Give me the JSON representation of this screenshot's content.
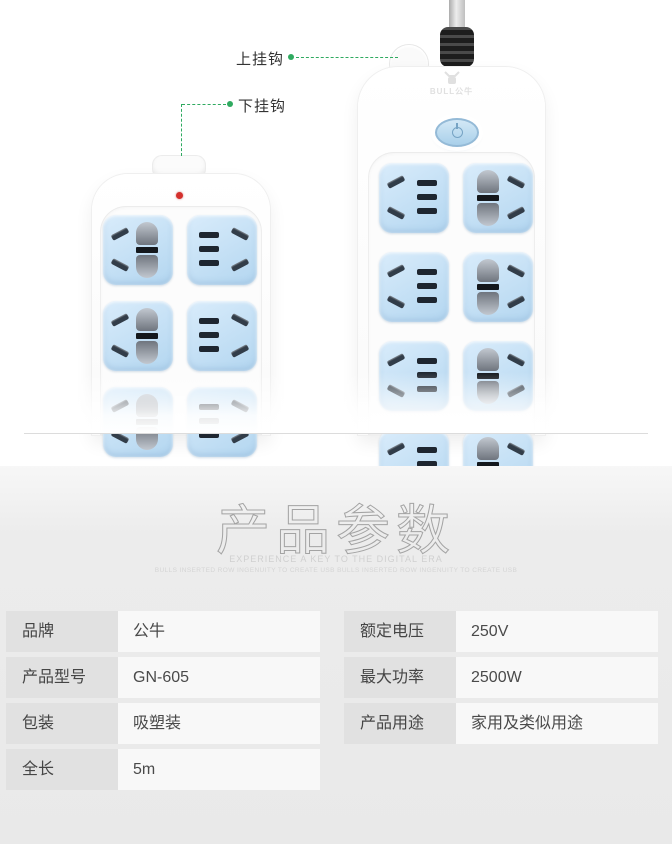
{
  "annotations": {
    "upper_hook": "上挂钩",
    "lower_hook": "下挂钩",
    "line_color": "#2faa60"
  },
  "product": {
    "brand_logo": "BULL公牛",
    "indicator": "red-dot",
    "power_button": "power-symbol"
  },
  "section_header": {
    "title": "产品参数",
    "subtitle": "EXPERIENCE A KEY TO THE DIGITAL ERA",
    "tagline": "BULLS INSERTED ROW INGENUITY TO CREATE USB BULLS INSERTED ROW INGENUITY TO CREATE USB"
  },
  "spec_table": {
    "left": [
      {
        "label": "品牌",
        "value": "公牛"
      },
      {
        "label": "产品型号",
        "value": "GN-605"
      },
      {
        "label": "包装",
        "value": "吸塑装"
      },
      {
        "label": "全长",
        "value": "5m"
      }
    ],
    "right": [
      {
        "label": "额定电压",
        "value": "250V"
      },
      {
        "label": "最大功率",
        "value": "2500W"
      },
      {
        "label": "产品用途",
        "value": "家用及类似用途"
      }
    ]
  },
  "strips": {
    "left": {
      "rows": 3,
      "pattern": [
        {
          "kind": "pins",
          "diag": "left"
        },
        {
          "kind": "bars",
          "diag": "right"
        }
      ]
    },
    "right": {
      "rows": 4,
      "pattern": [
        {
          "kind": "bars",
          "diag": "left"
        },
        {
          "kind": "pins",
          "diag": "right"
        }
      ]
    }
  },
  "colors": {
    "socket_blue": "#b3d6f0",
    "slot_dark": "#323d49",
    "annotation_green": "#2faa60",
    "indicator_red": "#d4302c",
    "label_cell_bg": "#e1e1e1",
    "value_cell_bg": "#f8f8f8",
    "section_bg": "#ececec",
    "title_gray": "#a3a3a3"
  }
}
